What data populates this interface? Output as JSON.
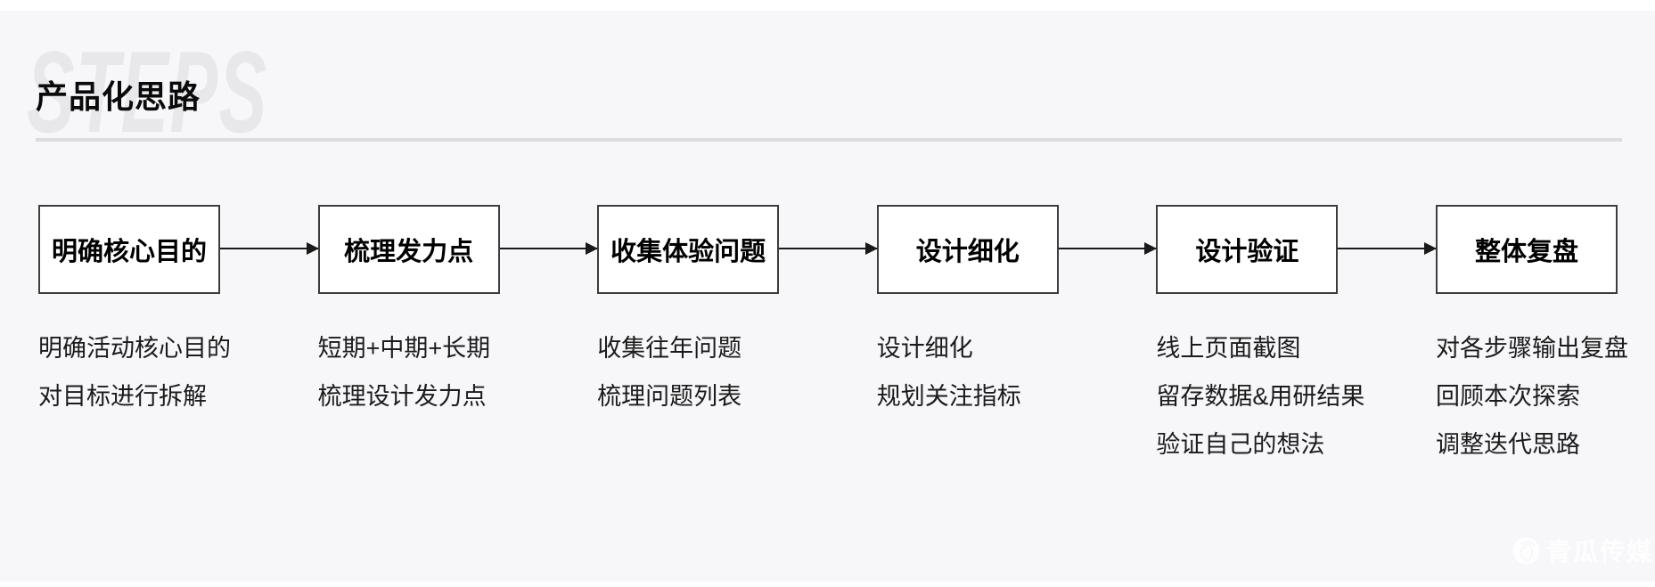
{
  "page": {
    "title": "产品化思路",
    "background_watermark": "STEPS",
    "brand_watermark": "青瓜传媒"
  },
  "colors": {
    "background": "#f7f7fa",
    "box_border": "#3d3d3d",
    "arrow": "#1a1a1a",
    "divider": "#dcdcde",
    "watermark_gray": "#e8e8ea"
  },
  "steps": [
    {
      "label": "明确核心目的",
      "notes": [
        "明确活动核心目的",
        "对目标进行拆解"
      ]
    },
    {
      "label": "梳理发力点",
      "notes": [
        "短期+中期+长期",
        "梳理设计发力点"
      ]
    },
    {
      "label": "收集体验问题",
      "notes": [
        "收集往年问题",
        "梳理问题列表"
      ]
    },
    {
      "label": "设计细化",
      "notes": [
        "设计细化",
        "规划关注指标"
      ]
    },
    {
      "label": "设计验证",
      "notes": [
        "线上页面截图",
        "留存数据&用研结果",
        "验证自己的想法"
      ]
    },
    {
      "label": "整体复盘",
      "notes": [
        "对各步骤输出复盘",
        "回顾本次探索",
        "调整迭代思路"
      ]
    }
  ]
}
